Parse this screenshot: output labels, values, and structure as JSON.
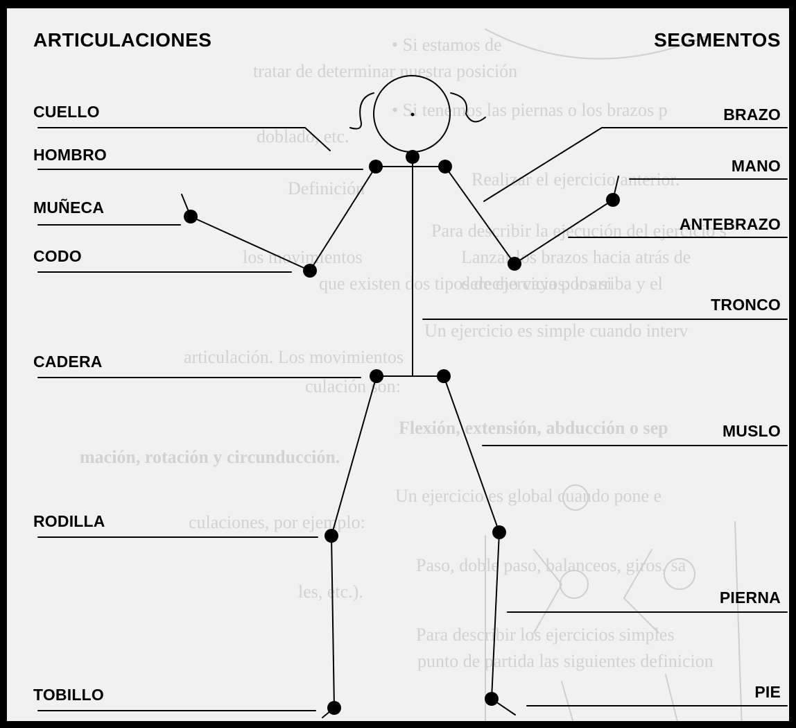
{
  "headings": {
    "left": "ARTICULACIONES",
    "right": "SEGMENTOS"
  },
  "articulaciones": [
    "CUELLO",
    "HOMBRO",
    "MUÑECA",
    "CODO",
    "CADERA",
    "RODILLA",
    "TOBILLO"
  ],
  "segmentos": [
    "BRAZO",
    "MANO",
    "ANTEBRAZO",
    "TRONCO",
    "MUSLO",
    "PIERNA",
    "PIE"
  ],
  "colors": {
    "ink": "#000000",
    "paper": "#f1f1f1",
    "faded_text": "#d2d2d2"
  },
  "background_text": [
    "• Si estamos de",
    "tratar de determinar nuestra posición",
    "• Si tenemos las piernas o los brazos p",
    "doblado, etc.",
    "Definición",
    "Realizar el ejercicio anterior.",
    "Para describir la ejecución del ejercicio s",
    "los movimientos",
    "Lanzar los brazos hacia atrás de",
    "que existen dos tipos de ejercicios: los si",
    "derecho vaya por arriba y el",
    "Un ejercicio es simple cuando interv",
    "articulación. Los movimientos",
    "culación son:",
    "Flexión, extensión, abducción o sep",
    "mación, rotación y circunducción.",
    "Un ejercicio es global cuando pone e",
    "culaciones, por ejemplo:",
    "Paso, doble paso, balanceos, giros, sa",
    "les, etc.).",
    "Para describir los ejercicios simples",
    "punto de partida las siguientes definicion"
  ]
}
